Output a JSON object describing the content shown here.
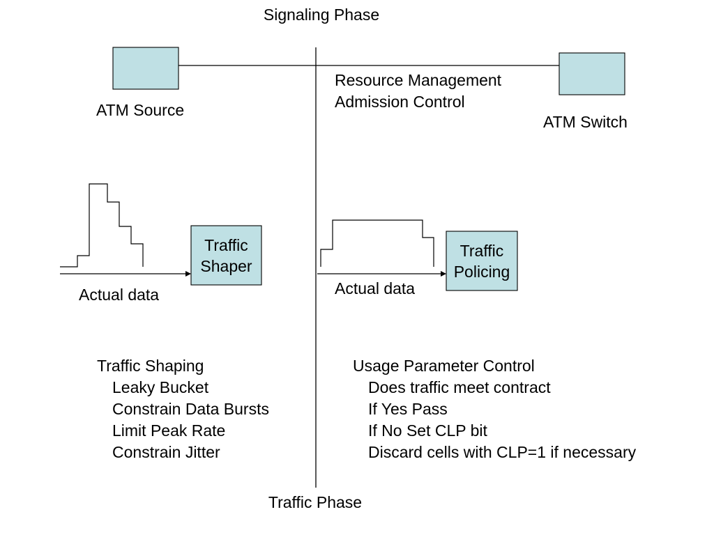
{
  "colors": {
    "box_fill": "#bfe0e4",
    "line": "#000000"
  },
  "signaling_phase": "Signaling Phase",
  "traffic_phase": "Traffic Phase",
  "atm_source": "ATM Source",
  "atm_switch": "ATM Switch",
  "resource_management": [
    "Resource Management",
    "Admission Control"
  ],
  "traffic_shaper": [
    "Traffic",
    "Shaper"
  ],
  "traffic_policing": [
    "Traffic",
    "Policing"
  ],
  "actual_data_left": "Actual data",
  "actual_data_right": "Actual data",
  "traffic_shaping": {
    "heading": "Traffic Shaping",
    "items": [
      "Leaky Bucket",
      "Constrain Data Bursts",
      "Limit Peak Rate",
      "Constrain Jitter"
    ]
  },
  "usage_parameter_control": {
    "heading": "Usage Parameter Control",
    "items": [
      "Does traffic meet contract",
      "If Yes Pass",
      "If No Set CLP bit",
      "Discard cells with CLP=1 if necessary"
    ]
  }
}
